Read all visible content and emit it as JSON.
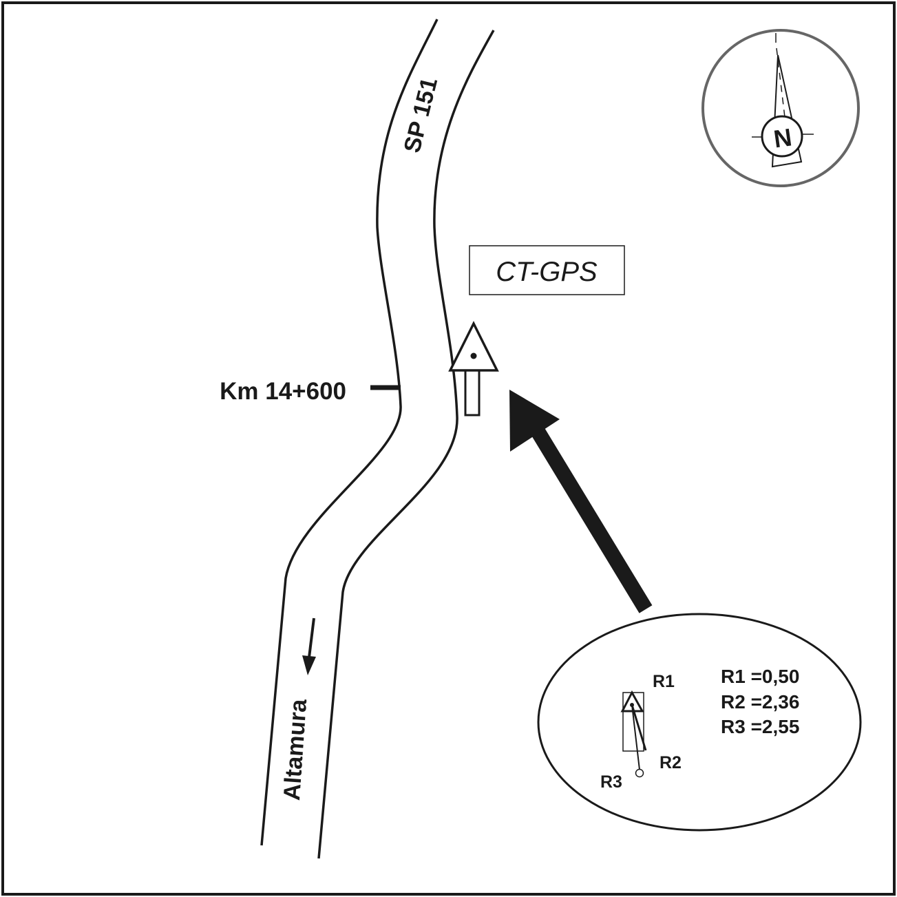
{
  "road": {
    "name": "SP 151",
    "km_marker": "Km 14+600",
    "direction_label": "Altamura"
  },
  "station": {
    "label": "CT-GPS"
  },
  "compass": {
    "north_letter": "N"
  },
  "detail": {
    "point_labels": {
      "r1": "R1",
      "r2": "R2",
      "r3": "R3"
    },
    "distances": [
      "R1 =0,50",
      "R2 =2,36",
      "R3 =2,55"
    ]
  },
  "colors": {
    "ink": "#1a1a1a",
    "compass_ring": "#666666",
    "background": "#ffffff"
  }
}
